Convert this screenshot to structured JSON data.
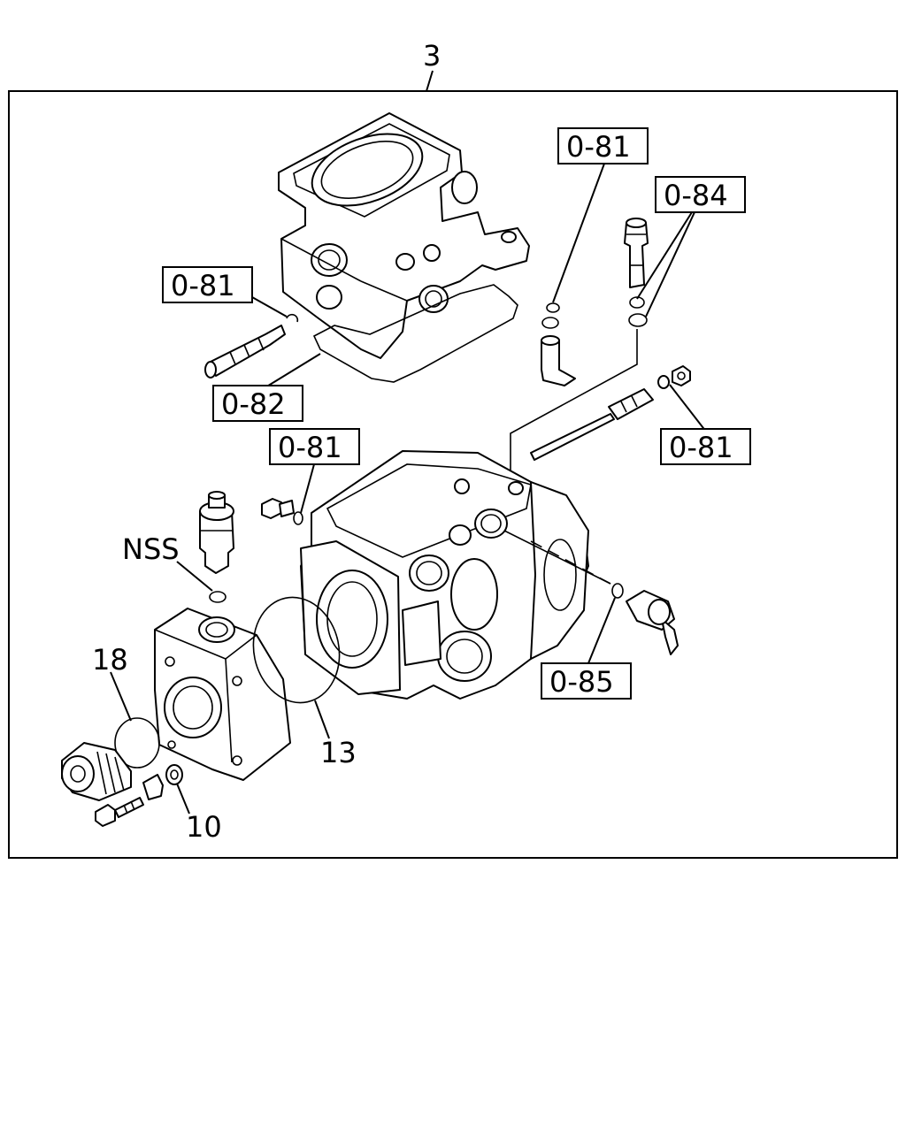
{
  "diagram": {
    "assembly_ref": "3",
    "callouts": [
      {
        "id": "c-081-top",
        "text": "0-81"
      },
      {
        "id": "c-084",
        "text": "0-84"
      },
      {
        "id": "c-081-left",
        "text": "0-81"
      },
      {
        "id": "c-082",
        "text": "0-82"
      },
      {
        "id": "c-081-mid",
        "text": "0-81"
      },
      {
        "id": "c-081-right",
        "text": "0-81"
      },
      {
        "id": "c-nss",
        "text": "NSS"
      },
      {
        "id": "c-085",
        "text": "0-85"
      },
      {
        "id": "c-18",
        "text": "18"
      },
      {
        "id": "c-13",
        "text": "13"
      },
      {
        "id": "c-10",
        "text": "10"
      }
    ]
  }
}
